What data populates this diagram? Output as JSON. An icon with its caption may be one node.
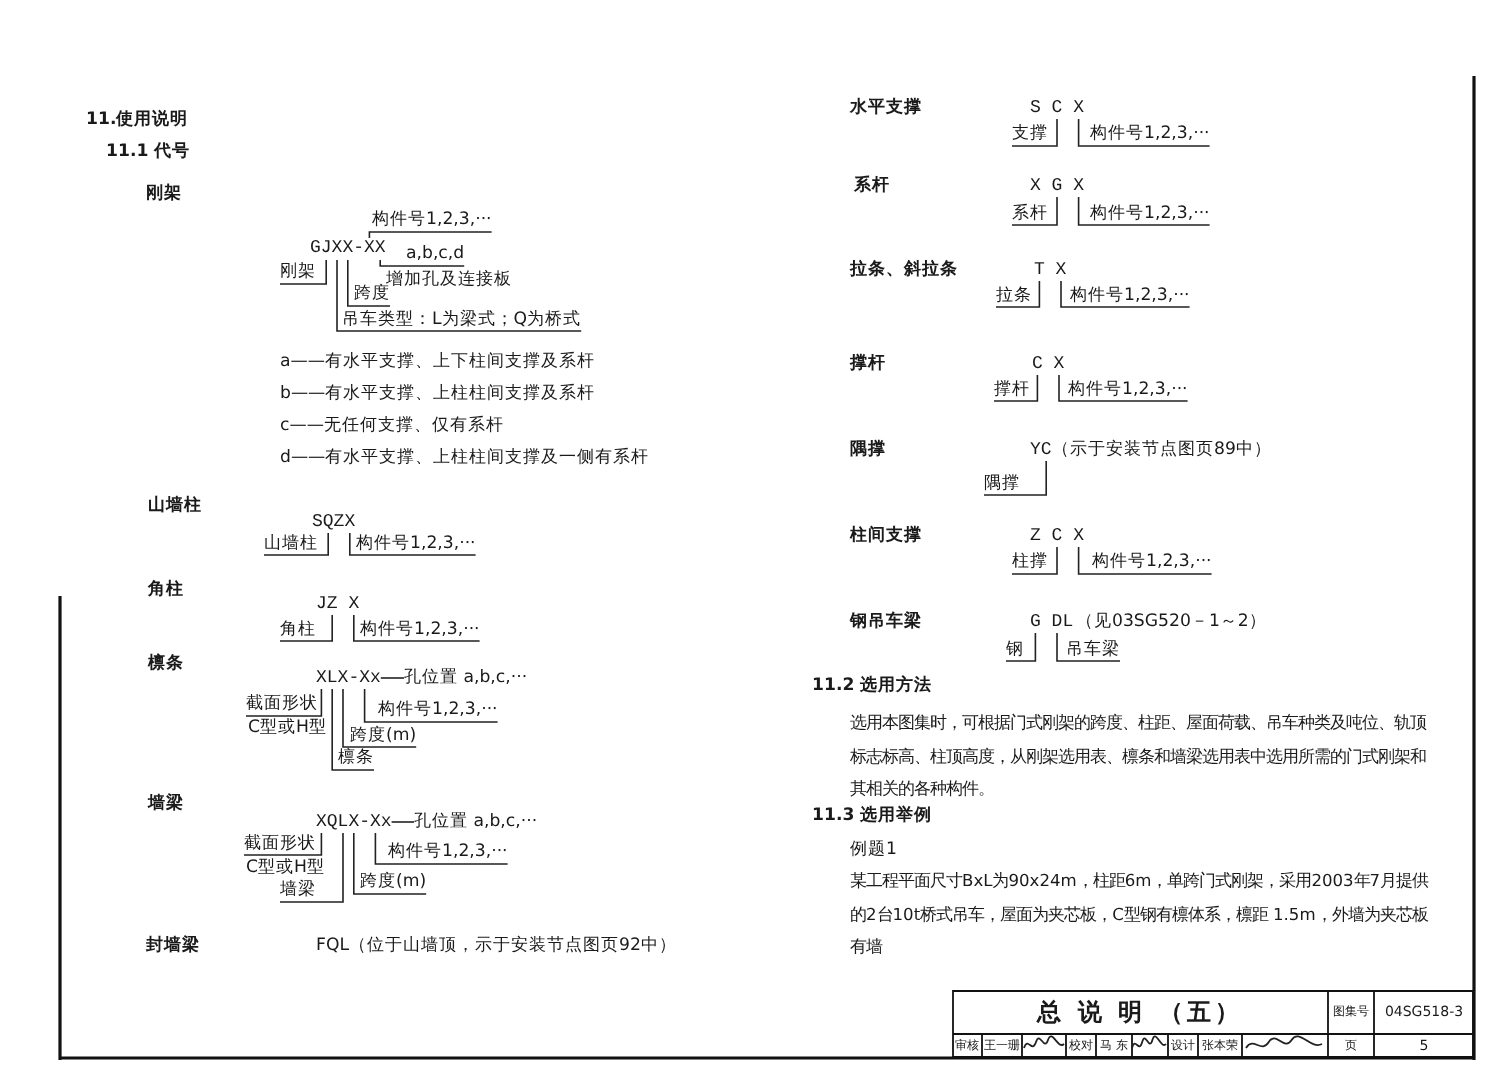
{
  "diagram": {
    "nodes": [
      {
        "text": [
          "构件号1,2,3,···"
        ]
      },
      {
        "text": [
          "GJXX-XX"
        ]
      },
      {
        "text": [
          "a,b,c,d"
        ],
        "beside": [
          "增加孔及连接板"
        ]
      },
      {
        "text": [
          "刚架"
        ]
      },
      {
        "text": [
          "跨度"
        ]
      },
      {
        "text": [
          "吊车类型：L为梁式；Q为桥式"
        ]
      },
      {
        "text": [
          "SQZX"
        ]
      },
      {
        "text": [
          "山墙柱"
        ]
      },
      {
        "text": [
          "构件号1,2,3,···"
        ]
      },
      {
        "text": [
          "JZ X"
        ]
      },
      {
        "text": [
          "角柱"
        ]
      },
      {
        "text": [
          "构件号1,2,3,···"
        ]
      },
      {
        "text": [
          "XLX-Xx"
        ]
      },
      {
        "text": [
          "孔位置 a,b,c,···"
        ]
      },
      {
        "text": [
          "截面形状"
        ],
        "beside": [
          "C型或H型"
        ]
      },
      {
        "text": [
          "构件号1,2,3,···"
        ]
      },
      {
        "text": [
          "跨度(m)"
        ]
      },
      {
        "text": [
          "檩条"
        ]
      },
      {
        "text": [
          "XQLX-Xx"
        ]
      },
      {
        "text": [
          "孔位置 a,b,c,···"
        ]
      },
      {
        "text": [
          "截面形状"
        ],
        "beside": [
          "C型或H型"
        ]
      },
      {
        "text": [
          "构件号1,2,3,···"
        ]
      },
      {
        "text": [
          "跨度(m)"
        ]
      },
      {
        "text": [
          "墙梁"
        ]
      },
      {
        "text": [
          "S C X"
        ]
      },
      {
        "text": [
          "支撑"
        ]
      },
      {
        "text": [
          "构件号1,2,3,···"
        ]
      },
      {
        "text": [
          "X G X"
        ]
      },
      {
        "text": [
          "系杆"
        ]
      },
      {
        "text": [
          "构件号1,2,3,···"
        ]
      },
      {
        "text": [
          "T X"
        ]
      },
      {
        "text": [
          "拉条"
        ]
      },
      {
        "text": [
          "构件号1,2,3,···"
        ]
      },
      {
        "text": [
          "C X"
        ]
      },
      {
        "text": [
          "撑杆"
        ]
      },
      {
        "text": [
          "构件号1,2,3,···"
        ]
      },
      {
        "text": [
          "YC"
        ],
        "beside": [
          "（示于安装节点图页89中）"
        ]
      },
      {
        "text": [
          "隅撑"
        ]
      },
      {
        "text": [
          "Z C X"
        ]
      },
      {
        "text": [
          "柱撑"
        ]
      },
      {
        "text": [
          "构件号1,2,3,···"
        ]
      },
      {
        "text": [
          "G DL"
        ],
        "beside": [
          "（见03SG520－1～2）"
        ]
      },
      {
        "text": [
          "钢"
        ]
      },
      {
        "text": [
          "吊车梁"
        ]
      }
    ],
    "edges": [
      {
        "from": 0,
        "to": 1,
        "arrow": "none"
      },
      {
        "from": 2,
        "to": 1,
        "arrow": "none"
      },
      {
        "from": 3,
        "to": 1,
        "arrow": "none"
      },
      {
        "from": 4,
        "to": 1,
        "arrow": "none"
      },
      {
        "from": 5,
        "to": 1,
        "arrow": "none"
      },
      {
        "from": 7,
        "to": 6,
        "arrow": "none"
      },
      {
        "from": 8,
        "to": 6,
        "arrow": "none"
      },
      {
        "from": 10,
        "to": 9,
        "arrow": "none"
      },
      {
        "from": 11,
        "to": 9,
        "arrow": "none"
      },
      {
        "from": 13,
        "to": 12,
        "arrow": "none"
      },
      {
        "from": 14,
        "to": 12,
        "arrow": "none"
      },
      {
        "from": 15,
        "to": 12,
        "arrow": "none"
      },
      {
        "from": 16,
        "to": 12,
        "arrow": "none"
      },
      {
        "from": 17,
        "to": 12,
        "arrow": "none"
      },
      {
        "from": 19,
        "to": 18,
        "arrow": "none"
      },
      {
        "from": 20,
        "to": 18,
        "arrow": "none"
      },
      {
        "from": 21,
        "to": 18,
        "arrow": "none"
      },
      {
        "from": 22,
        "to": 18,
        "arrow": "none"
      },
      {
        "from": 23,
        "to": 18,
        "arrow": "none"
      },
      {
        "from": 25,
        "to": 24,
        "arrow": "none"
      },
      {
        "from": 26,
        "to": 24,
        "arrow": "none"
      },
      {
        "from": 28,
        "to": 27,
        "arrow": "none"
      },
      {
        "from": 29,
        "to": 27,
        "arrow": "none"
      },
      {
        "from": 31,
        "to": 30,
        "arrow": "none"
      },
      {
        "from": 32,
        "to": 30,
        "arrow": "none"
      },
      {
        "from": 34,
        "to": 33,
        "arrow": "none"
      },
      {
        "from": 35,
        "to": 33,
        "arrow": "none"
      },
      {
        "from": 37,
        "to": 36,
        "arrow": "none"
      },
      {
        "from": 39,
        "to": 38,
        "arrow": "none"
      },
      {
        "from": 40,
        "to": 38,
        "arrow": "none"
      },
      {
        "from": 42,
        "to": 41,
        "arrow": "none"
      },
      {
        "from": 43,
        "to": 41,
        "arrow": "none"
      }
    ],
    "labels": [
      "11.使用说明",
      "11.1 代号",
      "刚架",
      "a——有水平支撑、上下柱间支撑及系杆",
      "b——有水平支撑、上柱柱间支撑及系杆",
      "c——无任何支撑、仅有系杆",
      "d——有水平支撑、上柱柱间支撑及一侧有系杆",
      "山墙柱",
      "角柱",
      "檩条",
      "墙梁",
      "封墙梁",
      "FQL（位于山墙顶，示于安装节点图页92中）",
      "水平支撑",
      "系杆",
      "拉条、斜拉条",
      "撑杆",
      "隅撑",
      "柱间支撑",
      "钢吊车梁",
      "11.2 选用方法",
      "选用本图集时，可根据门式刚架的跨度、柱距、屋面荷载、吊车种类及吨位、轨顶标志标高、柱顶高度，从刚架选用表、檩条和墙梁选用表中选用所需的门式刚架和其相关的各种构件。",
      "11.3 选用举例",
      "例题1",
      "某工程平面尺寸BxL为90x24m，柱距6m，单跨门式刚架，采用2003年7月提供的2台10t桥式吊车，屋面为夹芯板，C型钢有檩体系，檩距 1.5m，外墙为夹芯板有墙",
      "总 说 明 （五）",
      "图集号",
      "04SG518-3",
      "审核",
      "王一珊",
      "校对",
      "马 东",
      "设计",
      "张本荣",
      "页",
      "5"
    ]
  }
}
